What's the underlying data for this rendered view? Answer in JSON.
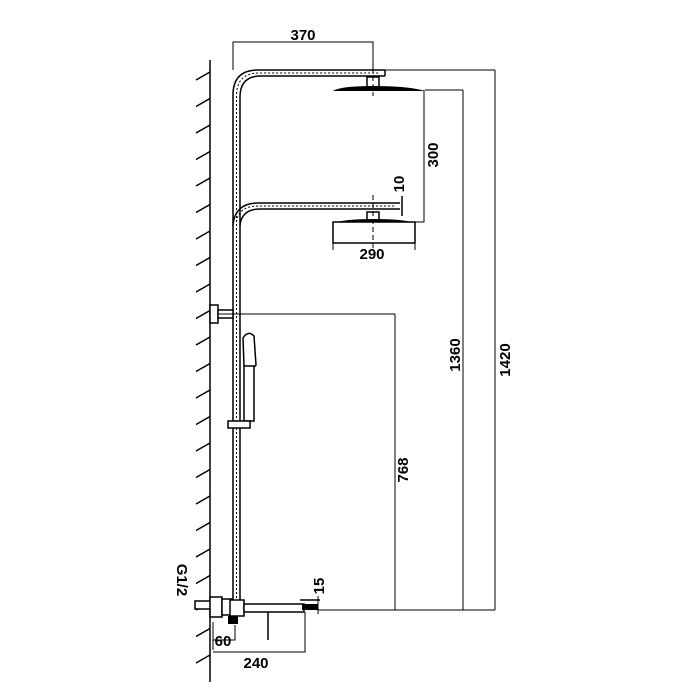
{
  "drawing": {
    "title": "Shower column side elevation",
    "dimensions": {
      "top_arm_reach": "370",
      "head_spacing": "300",
      "lower_arm_gap": "10",
      "head_diameter": "290",
      "head_height": "1360",
      "overall_height": "1420",
      "bracket_height": "768",
      "inlet_thread": "G1/2",
      "spout_offset": "15",
      "mixer_depth": "60",
      "spout_reach": "240"
    }
  }
}
